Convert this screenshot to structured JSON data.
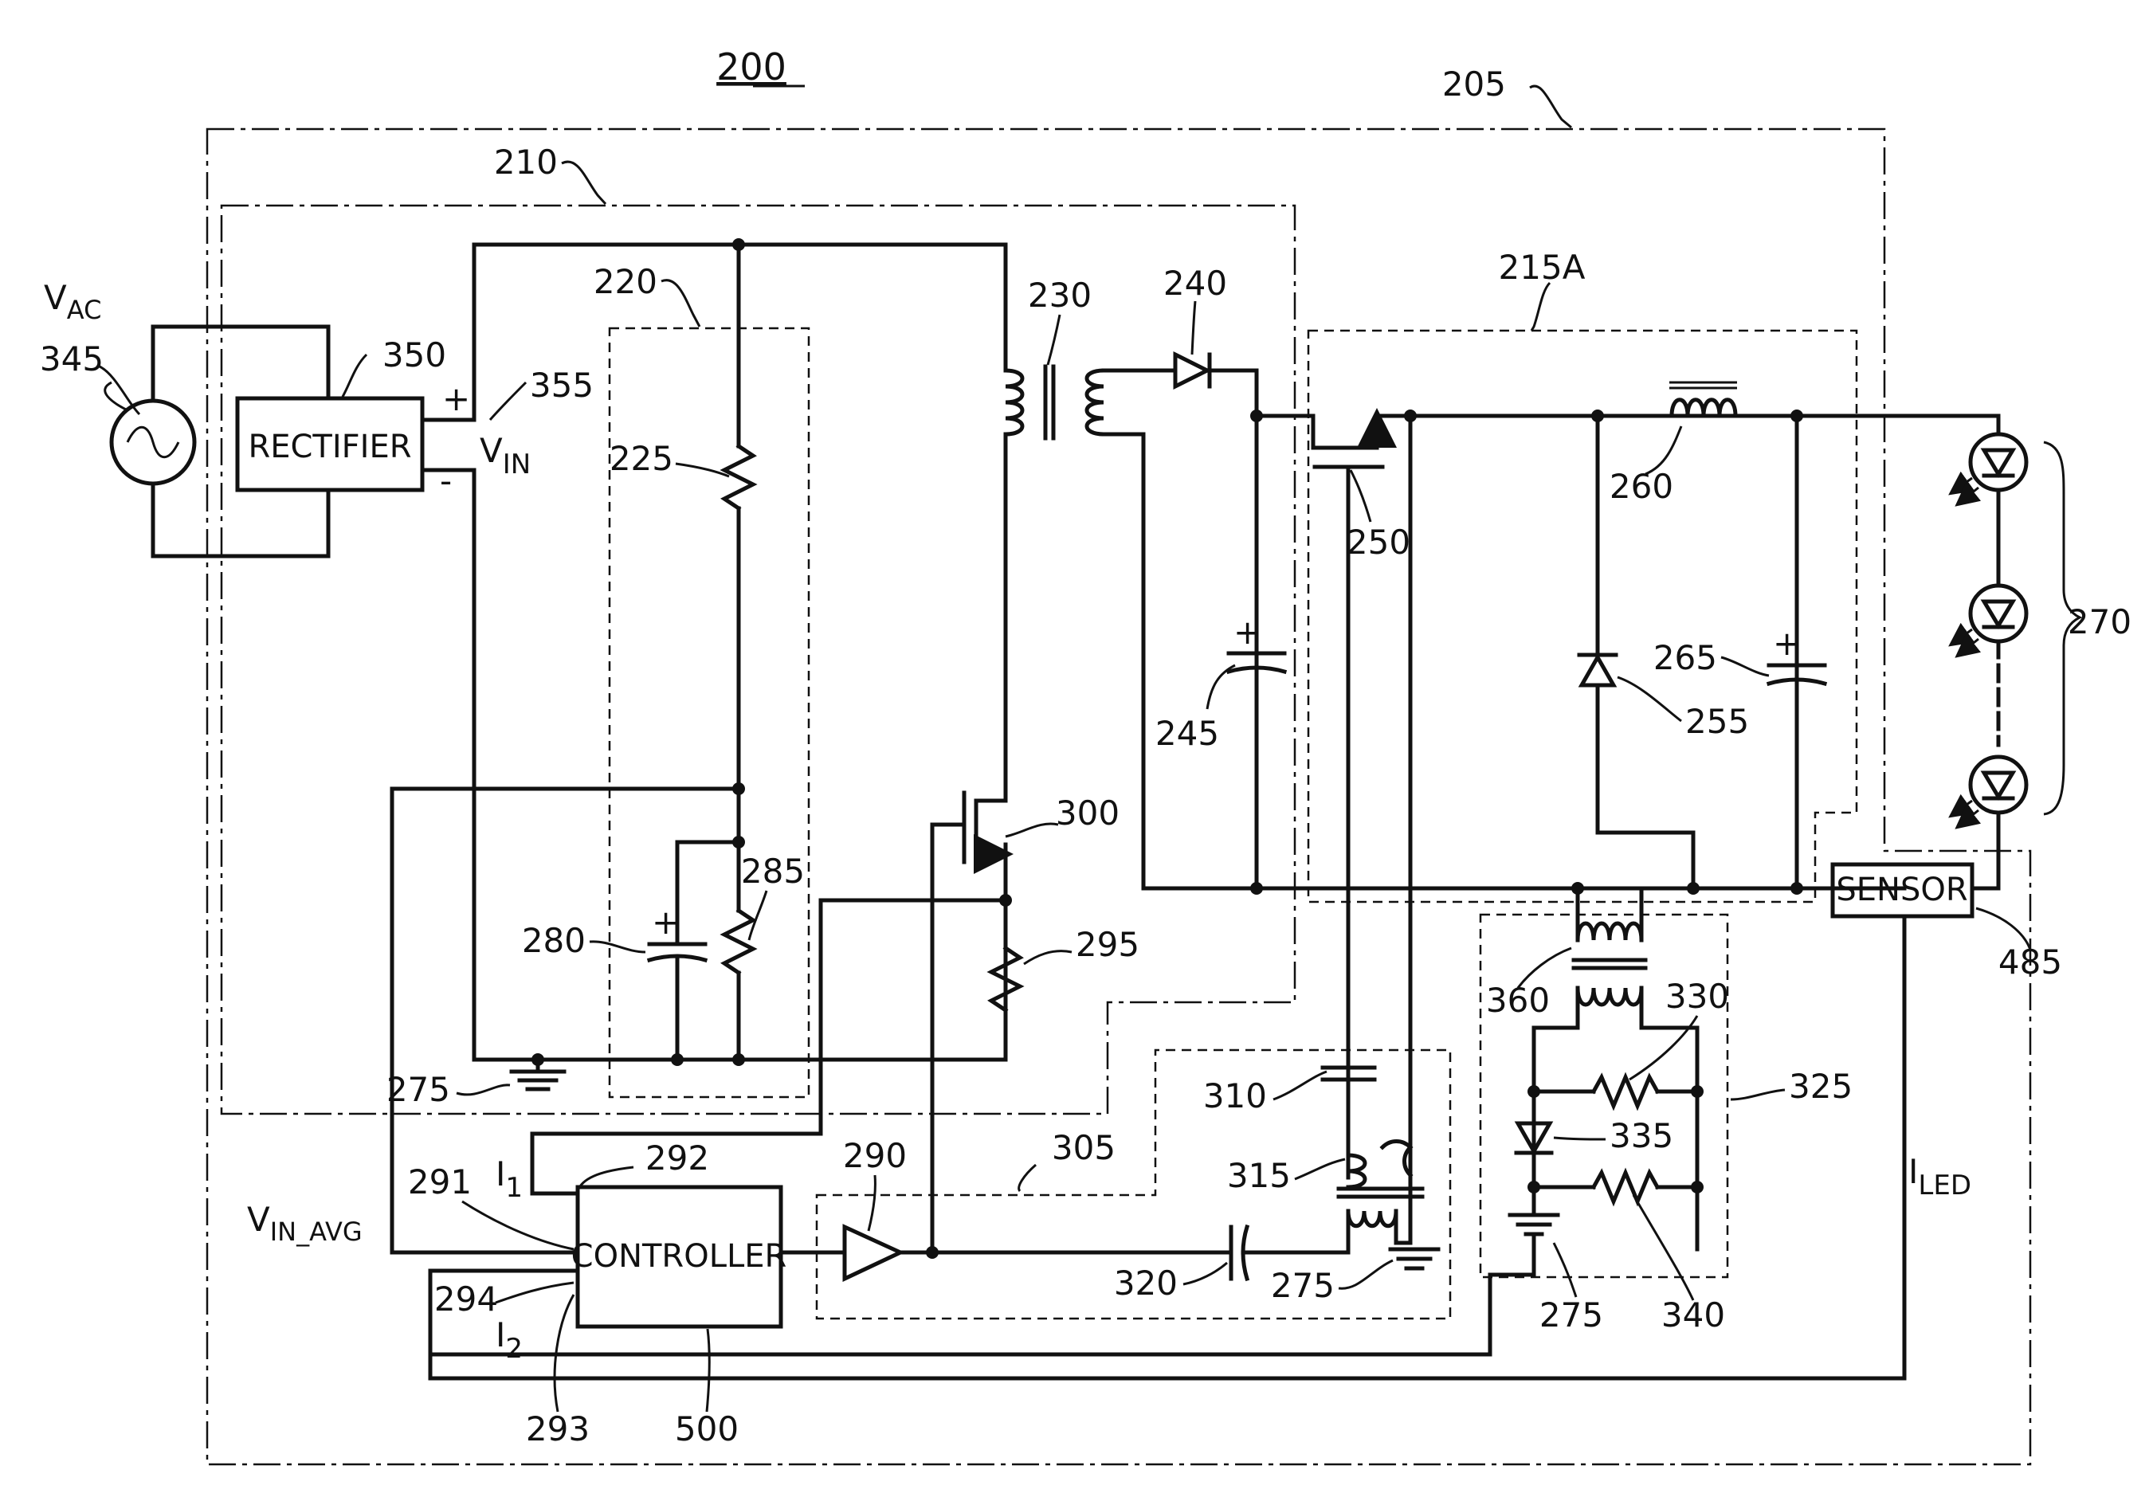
{
  "figure_number": "200",
  "blocks": {
    "rectifier": "RECTIFIER",
    "controller": "CONTROLLER",
    "sensor": "SENSOR"
  },
  "signals": {
    "vac": {
      "main": "V",
      "sub": "AC"
    },
    "vin": {
      "main": "V",
      "sub": "IN"
    },
    "vin_avg": {
      "main": "V",
      "sub": "IN_AVG"
    },
    "i1": {
      "main": "I",
      "sub": "1"
    },
    "i2": {
      "main": "I",
      "sub": "2"
    },
    "iled": {
      "main": "I",
      "sub": "LED"
    },
    "plus": "+",
    "minus": "-"
  },
  "refs": {
    "r205": "205",
    "r210": "210",
    "r215a": "215A",
    "r220": "220",
    "r225": "225",
    "r230": "230",
    "r240": "240",
    "r245": "245",
    "r250": "250",
    "r255": "255",
    "r260": "260",
    "r265": "265",
    "r270": "270",
    "r275a": "275",
    "r275b": "275",
    "r275c": "275",
    "r280": "280",
    "r285": "285",
    "r290": "290",
    "r291": "291",
    "r292": "292",
    "r293": "293",
    "r294": "294",
    "r295": "295",
    "r300": "300",
    "r305": "305",
    "r310": "310",
    "r315": "315",
    "r320": "320",
    "r325": "325",
    "r330": "330",
    "r335": "335",
    "r340": "340",
    "r345": "345",
    "r350": "350",
    "r355": "355",
    "r360": "360",
    "r485": "485",
    "r500": "500"
  },
  "icons": [
    "ac-source-icon",
    "resistor-icon",
    "capacitor-icon",
    "diode-icon",
    "led-icon",
    "inductor-icon",
    "transformer-icon",
    "mosfet-icon",
    "amplifier-icon",
    "ground-icon"
  ]
}
